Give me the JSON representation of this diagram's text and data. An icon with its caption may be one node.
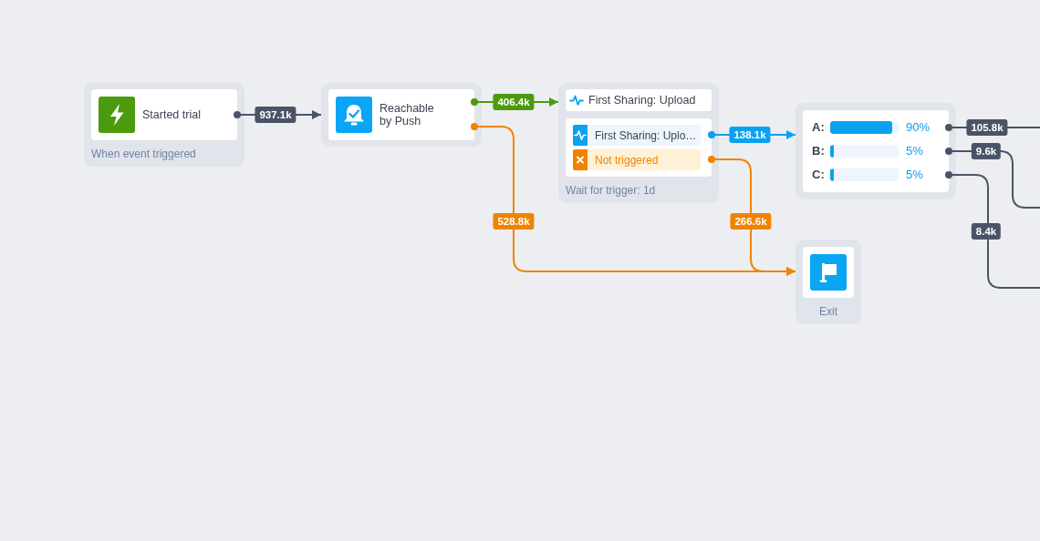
{
  "diagram": {
    "nodes": [
      {
        "text": [
          "When event triggered"
        ]
      },
      {
        "text": [
          "Started trial"
        ],
        "in": 0
      },
      {
        "text": [],
        "shape": "box"
      },
      {
        "text": [
          "Reachable by Push"
        ],
        "in": 2
      },
      {
        "text": [
          "Wait for trigger: 1d"
        ]
      },
      {
        "text": [
          "First Sharing: Upload"
        ],
        "in": 4
      },
      {
        "text": [],
        "shape": "box",
        "in": 4
      },
      {
        "text": [
          "First Sharing: Uplo…"
        ],
        "in": 6
      },
      {
        "text": [
          "Not triggered"
        ],
        "in": 6
      },
      {
        "text": [],
        "shape": "box"
      },
      {
        "text": [],
        "shape": "box",
        "in": 9
      },
      {
        "text": [
          "A:",
          "90%"
        ],
        "in": 10
      },
      {
        "text": [
          "B:",
          "5%"
        ],
        "in": 10
      },
      {
        "text": [
          "C:",
          "5%"
        ],
        "in": 10
      },
      {
        "text": [
          "Exit"
        ]
      },
      {
        "text": [],
        "shape": "box",
        "in": 14
      }
    ],
    "edges": [
      {
        "from": 1,
        "to": 2,
        "arrow": "to",
        "label": "937.1k"
      },
      {
        "from": 3,
        "to": 4,
        "arrow": "to",
        "label": "406.4k",
        "color": "#4c9a0e"
      },
      {
        "from": 3,
        "to": 14,
        "arrow": "to",
        "label": "528.8k",
        "color": "#f08300"
      },
      {
        "from": 7,
        "to": 9,
        "arrow": "to",
        "label": "138.1k",
        "color": "#0aa2f0"
      },
      {
        "from": 8,
        "to": 14,
        "arrow": "to",
        "label": "266.6k",
        "color": "#f08300"
      },
      {
        "from": 11,
        "to": null,
        "arrow": "other",
        "label": "105.8k"
      },
      {
        "from": 12,
        "to": null,
        "arrow": "other",
        "label": "9.6k"
      },
      {
        "from": 13,
        "to": null,
        "arrow": "other",
        "label": "8.4k"
      }
    ]
  }
}
